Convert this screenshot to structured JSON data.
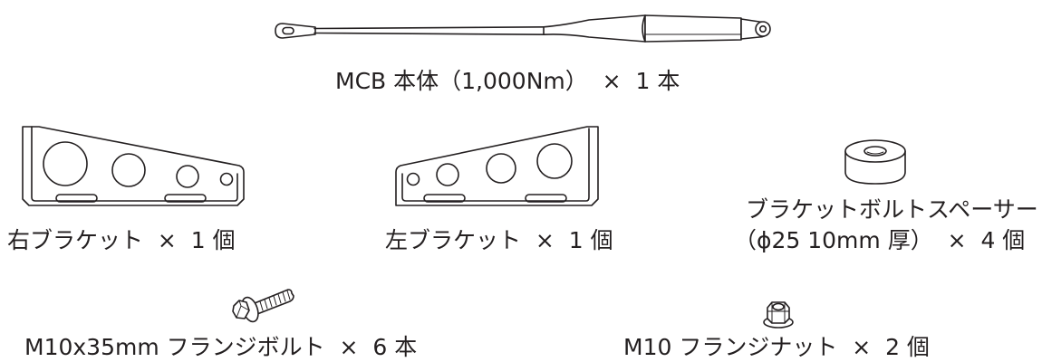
{
  "colors": {
    "line": "#231f20",
    "background": "#ffffff"
  },
  "parts": {
    "mcb": {
      "icon": "mcb-rod-icon",
      "label": "MCB 本体（1,000Nm）  ×  1 本"
    },
    "right_bracket": {
      "icon": "right-bracket-icon",
      "label": "右ブラケット  ×  1 個"
    },
    "left_bracket": {
      "icon": "left-bracket-icon",
      "label": "左ブラケット  ×  1 個"
    },
    "spacer": {
      "icon": "spacer-icon",
      "label_line1": "ブラケットボルトスペーサー",
      "label_line2": "（ϕ25 10mm 厚）  ×  4 個"
    },
    "bolt": {
      "icon": "flange-bolt-icon",
      "label": "M10x35mm フランジボルト  ×  6 本"
    },
    "nut": {
      "icon": "flange-nut-icon",
      "label": "M10 フランジナット  ×  2 個"
    }
  }
}
